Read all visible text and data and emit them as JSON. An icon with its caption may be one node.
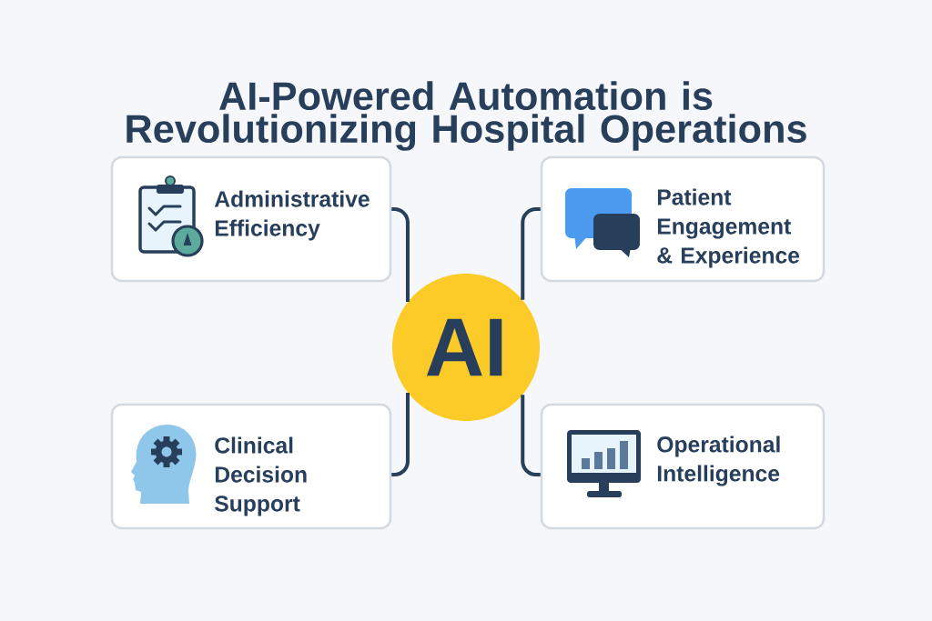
{
  "diagram": {
    "title": "AI-Powered Automation is Revolutionizing Hospital Operations",
    "nodes": [
      {
        "text": [
          "Administrative Efficiency"
        ]
      },
      {
        "text": [
          "Patient Engagement & Experience"
        ]
      },
      {
        "text": [
          "AI"
        ]
      },
      {
        "text": [
          "Clinical Decision Support"
        ]
      },
      {
        "text": [
          "Operational Intelligence"
        ]
      }
    ],
    "edges": [
      {
        "from": 2,
        "to": 0,
        "arrow": "none"
      },
      {
        "from": 2,
        "to": 1,
        "arrow": "none"
      },
      {
        "from": 2,
        "to": 3,
        "arrow": "none"
      },
      {
        "from": 2,
        "to": 4,
        "arrow": "none"
      }
    ]
  }
}
